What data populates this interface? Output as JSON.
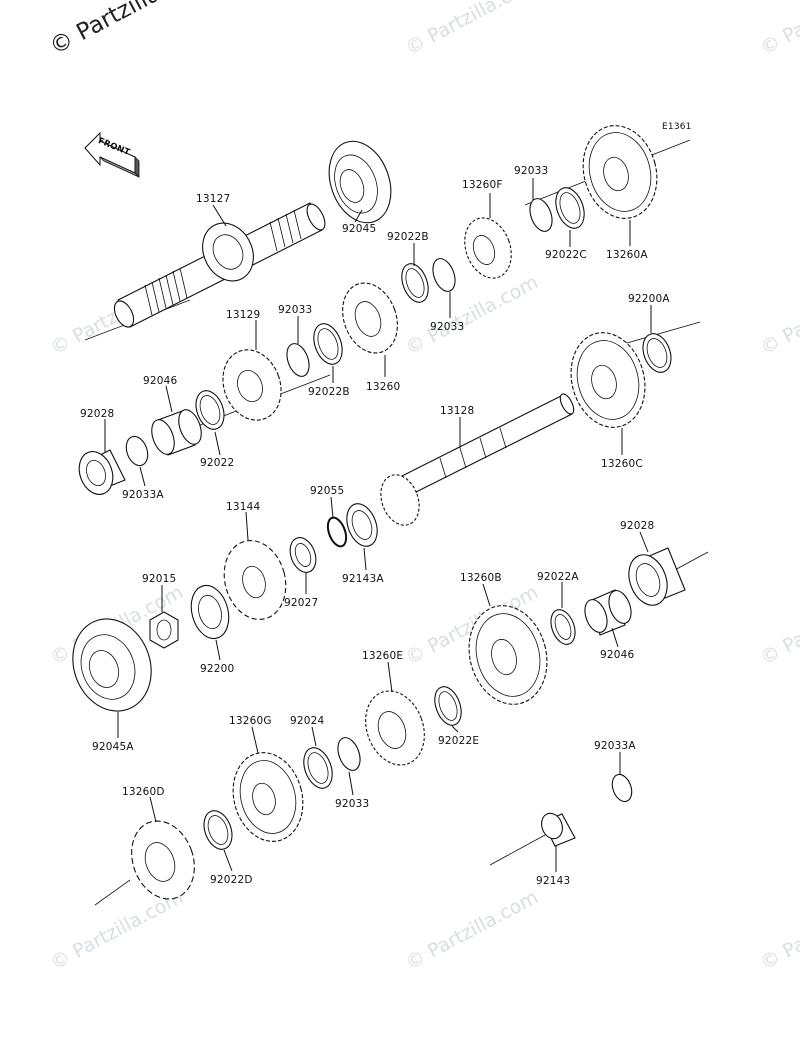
{
  "copyright": "© Partzilla",
  "watermark": "© Partzilla.com",
  "diagram_code": "E1361",
  "front_label": "FRONT",
  "parts": [
    {
      "id": "13127"
    },
    {
      "id": "92045"
    },
    {
      "id": "92022B"
    },
    {
      "id": "13260F"
    },
    {
      "id": "92033"
    },
    {
      "id": "92022C"
    },
    {
      "id": "13260A"
    },
    {
      "id": "13129"
    },
    {
      "id": "92033"
    },
    {
      "id": "92022B"
    },
    {
      "id": "13260"
    },
    {
      "id": "92033"
    },
    {
      "id": "92046"
    },
    {
      "id": "92028"
    },
    {
      "id": "92033A"
    },
    {
      "id": "92022"
    },
    {
      "id": "92200A"
    },
    {
      "id": "13128"
    },
    {
      "id": "13260C"
    },
    {
      "id": "13144"
    },
    {
      "id": "92055"
    },
    {
      "id": "92027"
    },
    {
      "id": "92143A"
    },
    {
      "id": "92015"
    },
    {
      "id": "92200"
    },
    {
      "id": "92045A"
    },
    {
      "id": "92028"
    },
    {
      "id": "13260B"
    },
    {
      "id": "92022A"
    },
    {
      "id": "92046"
    },
    {
      "id": "13260E"
    },
    {
      "id": "92022E"
    },
    {
      "id": "13260G"
    },
    {
      "id": "92024"
    },
    {
      "id": "92033"
    },
    {
      "id": "92033A"
    },
    {
      "id": "13260D"
    },
    {
      "id": "92022D"
    },
    {
      "id": "92143"
    }
  ]
}
